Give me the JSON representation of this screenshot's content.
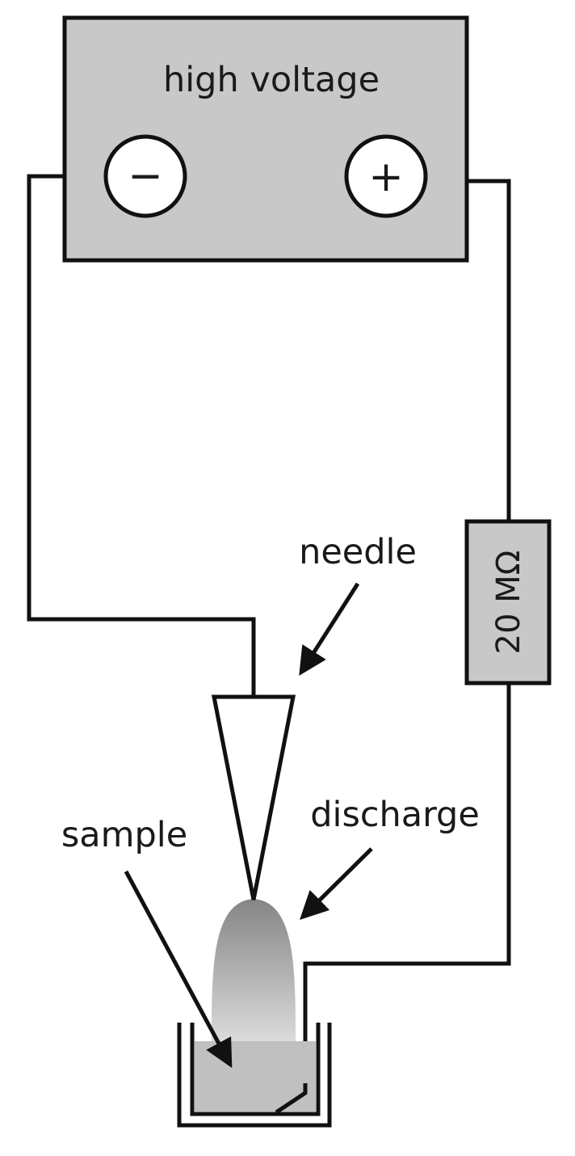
{
  "power_supply": {
    "title": "high voltage",
    "negative_symbol": "−",
    "positive_symbol": "+"
  },
  "resistor": {
    "label": "20 MΩ"
  },
  "labels": {
    "needle": "needle",
    "discharge": "discharge",
    "sample": "sample"
  },
  "colors": {
    "stroke": "#111111",
    "box_fill": "#c8c8c8",
    "discharge_top": "#858585",
    "discharge_bottom": "#dcdcdc"
  }
}
